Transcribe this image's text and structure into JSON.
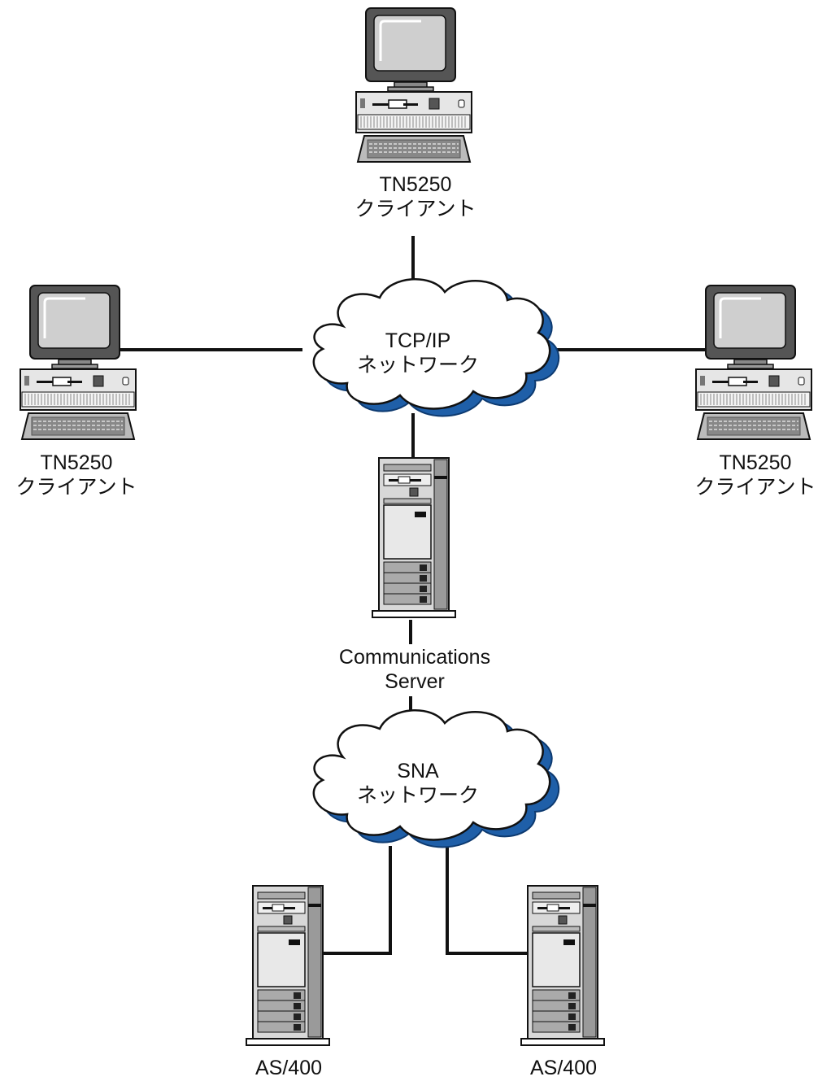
{
  "colors": {
    "line": "#111111",
    "cloud_fill": "#ffffff",
    "cloud_shadow": "#1f5fa8",
    "device_light": "#e6e6e6",
    "device_mid": "#b8b8b8",
    "device_dark": "#555555",
    "screen": "#cfcfcf"
  },
  "nodes": {
    "client_top": {
      "line1": "TN5250",
      "line2": "クライアント",
      "icon": "desktop-computer-icon"
    },
    "client_left": {
      "line1": "TN5250",
      "line2": "クライアント",
      "icon": "desktop-computer-icon"
    },
    "client_right": {
      "line1": "TN5250",
      "line2": "クライアント",
      "icon": "desktop-computer-icon"
    },
    "tcpip_network": {
      "line1": "TCP/IP",
      "line2": "ネットワーク",
      "icon": "cloud-icon"
    },
    "comm_server": {
      "line1": "Communications",
      "line2": "Server",
      "icon": "tower-server-icon"
    },
    "sna_network": {
      "line1": "SNA",
      "line2": "ネットワーク",
      "icon": "cloud-icon"
    },
    "as400_left": {
      "line1": "AS/400",
      "icon": "tower-server-icon"
    },
    "as400_right": {
      "line1": "AS/400",
      "icon": "tower-server-icon"
    }
  }
}
